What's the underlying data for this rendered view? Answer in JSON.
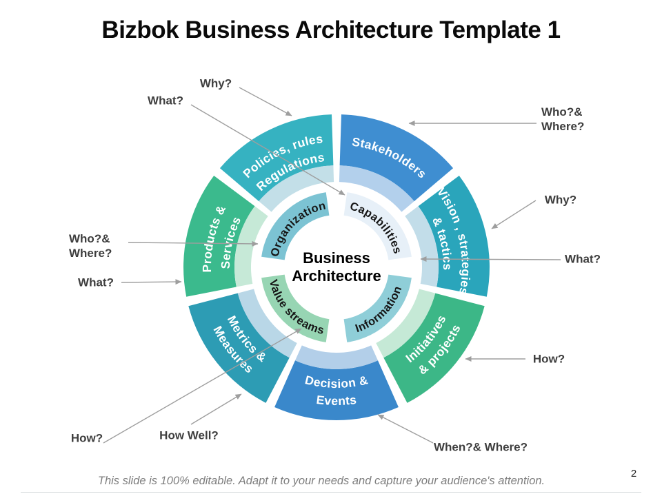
{
  "slide": {
    "title": "Bizbok Business Architecture Template 1",
    "footer": "This slide is 100% editable. Adapt it to your needs and capture your audience's attention.",
    "page_number": "2"
  },
  "diagram": {
    "center": {
      "line1": "Business",
      "line2": "Architecture"
    },
    "outer_ring": [
      {
        "label_line1": "Policies, rules",
        "label_line2": "Regulations",
        "color": "#36b2c1",
        "tint": "#c3dfe8"
      },
      {
        "label_line1": "Stakeholders",
        "label_line2": "",
        "color": "#3f8ed1",
        "tint": "#b3d0ec"
      },
      {
        "label_line1": "Vision , strategies",
        "label_line2": "& tactics",
        "color": "#2aa5bb",
        "tint": "#c2dde9"
      },
      {
        "label_line1": "Initiatives",
        "label_line2": "& projects",
        "color": "#3cb787",
        "tint": "#c5e9d6"
      },
      {
        "label_line1": "Decision &",
        "label_line2": "Events",
        "color": "#3a88cb",
        "tint": "#b3cfe9"
      },
      {
        "label_line1": "Metrics &",
        "label_line2": "Measures",
        "color": "#2d9cb4",
        "tint": "#b9d7e7"
      },
      {
        "label_line1": "Products &",
        "label_line2": "Services",
        "color": "#3bba8d",
        "tint": "#c6e9d7"
      }
    ],
    "inner_ring": [
      {
        "label": "Organization",
        "color": "#7cc3d3"
      },
      {
        "label": "Capabilities",
        "color": "#e7f0f8"
      },
      {
        "label": "Information",
        "color": "#8fced8"
      },
      {
        "label": "Value streams",
        "color": "#97d5b3"
      }
    ],
    "annotations": [
      {
        "line1": "Why?",
        "line2": ""
      },
      {
        "line1": "What?",
        "line2": ""
      },
      {
        "line1": "Who?&",
        "line2": "Where?"
      },
      {
        "line1": "Why?",
        "line2": ""
      },
      {
        "line1": "What?",
        "line2": ""
      },
      {
        "line1": "Who?&",
        "line2": "Where?"
      },
      {
        "line1": "What?",
        "line2": ""
      },
      {
        "line1": "How?",
        "line2": ""
      },
      {
        "line1": "How Well?",
        "line2": ""
      },
      {
        "line1": "When?& Where?",
        "line2": ""
      },
      {
        "line1": "How?",
        "line2": ""
      }
    ]
  },
  "colors": {
    "background": "#ffffff",
    "title_text": "#0a0a0a",
    "annotation_text": "#3e3e3e",
    "arrow": "#9e9e9e",
    "outer_label_text": "#ffffff",
    "inner_label_text": "#161616",
    "center_text": "#000000",
    "footer_text": "#7d7d7d",
    "bottom_rule": "#d2d8d9"
  }
}
